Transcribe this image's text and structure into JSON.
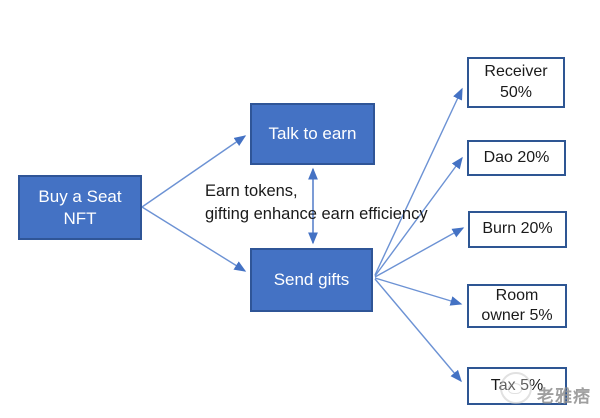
{
  "diagram": {
    "nodes": {
      "buy_seat_nft": {
        "lines": [
          "Buy a Seat",
          "NFT"
        ]
      },
      "talk_to_earn": {
        "lines": [
          "Talk to earn"
        ]
      },
      "send_gifts": {
        "lines": [
          "Send gifts"
        ]
      },
      "receiver": {
        "lines": [
          "Receiver",
          "50%"
        ]
      },
      "dao": {
        "lines": [
          "Dao 20%"
        ]
      },
      "burn": {
        "lines": [
          "Burn 20%"
        ]
      },
      "room_owner": {
        "lines": [
          "Room",
          "owner 5%"
        ]
      },
      "tax": {
        "lines": [
          "Tax 5%"
        ]
      }
    },
    "annotation": {
      "lines": [
        "Earn tokens,",
        "gifting enhance earn efficiency"
      ]
    },
    "watermark": {
      "text": "老雅痞"
    }
  },
  "colors": {
    "node_fill": "#4472C4",
    "node_border": "#2F5597",
    "outline_border": "#2E5693",
    "arrow_line": "#6C92D4",
    "arrow_head": "#4472C4",
    "text_dark": "#1A1A1A",
    "text_light": "#FFFFFF",
    "watermark": "#8F8F8F"
  }
}
